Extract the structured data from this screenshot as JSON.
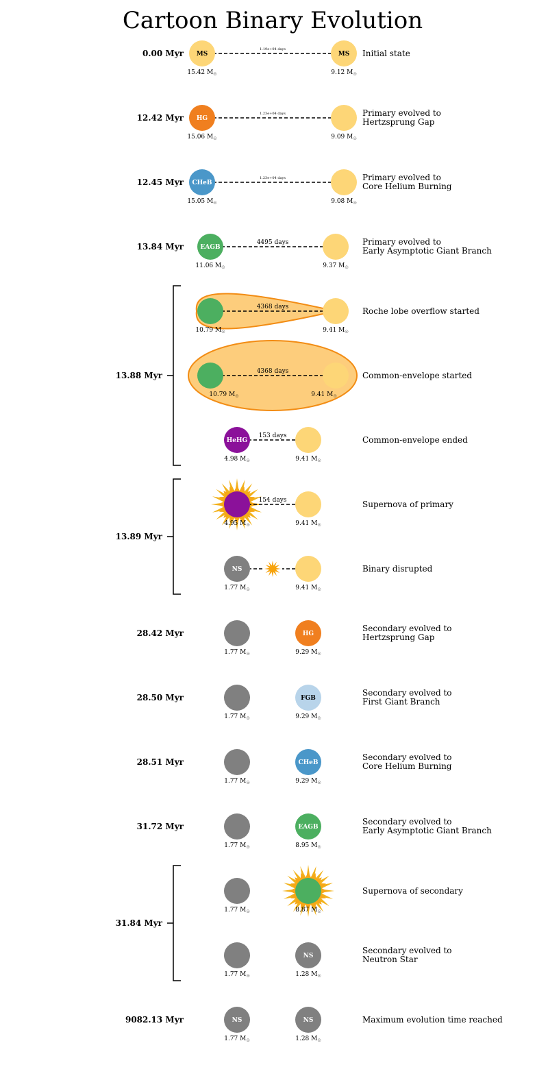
{
  "title": "Cartoon Binary Evolution",
  "mass_unit": "M☉",
  "colors": {
    "MS": "#fdd677",
    "HG": "#f07f1f",
    "CHeB": "#4a97c9",
    "EAGB": "#4caf60",
    "HeHG": "#8b119a",
    "FGB": "#b8d4ea",
    "NS": "#808080",
    "envelope_fill": "#fdcd7c",
    "envelope_stroke": "#f28c14",
    "supernova_outer": "#f2b21c",
    "supernova_inner": "#f7a30c",
    "supernova_mid": "#f6a817"
  },
  "rows": [
    {
      "time": "0.00 Myr",
      "desc": [
        "Initial state"
      ],
      "p": {
        "type": "MS",
        "label": "MS",
        "mass": "15.42"
      },
      "s": {
        "type": "MS",
        "label": "MS",
        "mass": "9.12"
      },
      "period": "1.19e+04 days",
      "small": true
    },
    {
      "time": "12.42 Myr",
      "desc": [
        "Primary evolved to",
        "Hertzsprung Gap"
      ],
      "p": {
        "type": "HG",
        "label": "HG",
        "mass": "15.06"
      },
      "s": {
        "type": "MS",
        "label": "",
        "mass": "9.09"
      },
      "period": "1.23e+04 days",
      "small": true
    },
    {
      "time": "12.45 Myr",
      "desc": [
        "Primary evolved to",
        "Core Helium Burning"
      ],
      "p": {
        "type": "CHeB",
        "label": "CHeB",
        "mass": "15.05"
      },
      "s": {
        "type": "MS",
        "label": "",
        "mass": "9.08"
      },
      "period": "1.23e+04 days",
      "small": true
    },
    {
      "time": "13.84 Myr",
      "desc": [
        "Primary evolved to",
        "Early Asymptotic Giant Branch"
      ],
      "p": {
        "type": "EAGB",
        "label": "EAGB",
        "mass": "11.06"
      },
      "s": {
        "type": "MS",
        "label": "",
        "mass": "9.37"
      },
      "period": "4495 days"
    },
    {
      "desc": [
        "Roche lobe overflow started"
      ],
      "p": {
        "type": "EAGB",
        "label": "",
        "mass": "10.79"
      },
      "s": {
        "type": "MS",
        "label": "",
        "mass": "9.41"
      },
      "period": "4368 days",
      "event": "rlof"
    },
    {
      "desc": [
        "Common-envelope started"
      ],
      "p": {
        "type": "EAGB",
        "label": "",
        "mass": "10.79"
      },
      "s": {
        "type": "MS",
        "label": "",
        "mass": "9.41"
      },
      "period": "4368 days",
      "event": "ce"
    },
    {
      "desc": [
        "Common-envelope ended"
      ],
      "p": {
        "type": "HeHG",
        "label": "HeHG",
        "mass": "4.98"
      },
      "s": {
        "type": "MS",
        "label": "",
        "mass": "9.41"
      },
      "period": "153 days"
    },
    {
      "desc": [
        "Supernova of primary"
      ],
      "p": {
        "type": "HeHG",
        "label": "",
        "mass": "4.95"
      },
      "s": {
        "type": "MS",
        "label": "",
        "mass": "9.41"
      },
      "period": "154 days",
      "event": "sn_p"
    },
    {
      "desc": [
        "Binary disrupted"
      ],
      "p": {
        "type": "NS",
        "label": "NS",
        "mass": "1.77"
      },
      "s": {
        "type": "MS",
        "label": "",
        "mass": "9.41"
      },
      "event": "disrupt"
    },
    {
      "time": "28.42 Myr",
      "desc": [
        "Secondary evolved to",
        "Hertzsprung Gap"
      ],
      "p": {
        "type": "NS",
        "label": "",
        "mass": "1.77"
      },
      "s": {
        "type": "HG",
        "label": "HG",
        "mass": "9.29"
      }
    },
    {
      "time": "28.50 Myr",
      "desc": [
        "Secondary evolved to",
        "First Giant Branch"
      ],
      "p": {
        "type": "NS",
        "label": "",
        "mass": "1.77"
      },
      "s": {
        "type": "FGB",
        "label": "FGB",
        "mass": "9.29"
      }
    },
    {
      "time": "28.51 Myr",
      "desc": [
        "Secondary evolved to",
        "Core Helium Burning"
      ],
      "p": {
        "type": "NS",
        "label": "",
        "mass": "1.77"
      },
      "s": {
        "type": "CHeB",
        "label": "CHeB",
        "mass": "9.29"
      }
    },
    {
      "time": "31.72 Myr",
      "desc": [
        "Secondary evolved to",
        "Early Asymptotic Giant Branch"
      ],
      "p": {
        "type": "NS",
        "label": "",
        "mass": "1.77"
      },
      "s": {
        "type": "EAGB",
        "label": "EAGB",
        "mass": "8.95"
      }
    },
    {
      "desc": [
        "Supernova of secondary"
      ],
      "p": {
        "type": "NS",
        "label": "",
        "mass": "1.77"
      },
      "s": {
        "type": "EAGB",
        "label": "",
        "mass": "8.87"
      },
      "event": "sn_s"
    },
    {
      "desc": [
        "Secondary evolved to",
        "Neutron Star"
      ],
      "p": {
        "type": "NS",
        "label": "",
        "mass": "1.77"
      },
      "s": {
        "type": "NS",
        "label": "NS",
        "mass": "1.28"
      }
    },
    {
      "time": "9082.13 Myr",
      "desc": [
        "Maximum evolution time reached"
      ],
      "p": {
        "type": "NS",
        "label": "NS",
        "mass": "1.77"
      },
      "s": {
        "type": "NS",
        "label": "NS",
        "mass": "1.28"
      }
    }
  ],
  "groups": [
    {
      "time": "13.88 Myr",
      "first_row": 4,
      "last_row": 6
    },
    {
      "time": "13.89 Myr",
      "first_row": 7,
      "last_row": 8
    },
    {
      "time": "31.84 Myr",
      "first_row": 13,
      "last_row": 14
    }
  ]
}
